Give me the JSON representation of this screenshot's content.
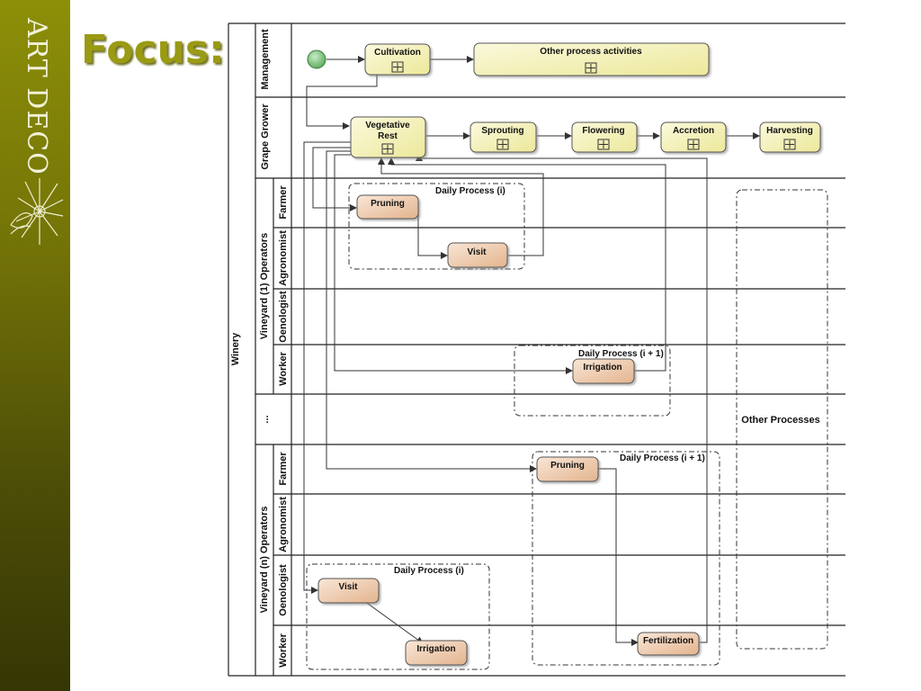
{
  "slide": {
    "title": "Focus:",
    "brand": "ART DECO"
  },
  "pool": {
    "label": "Winery"
  },
  "lanes": {
    "management": "Management",
    "grape_grower": "Grape Grower",
    "vineyard_1": "Vineyard (1) Operators",
    "vineyard_n": "Vineyard (n) Operators",
    "ellipsis": "...",
    "sub_1": [
      "Farmer",
      "Agronomist",
      "Oenologist",
      "Worker"
    ],
    "sub_n": [
      "Farmer",
      "Agronomist",
      "Oenologist",
      "Worker"
    ]
  },
  "subprocesses": {
    "cultivation": "Cultivation",
    "other_activities": "Other process activities",
    "vegetative_rest_line1": "Vegetative",
    "vegetative_rest_line2": "Rest",
    "sprouting": "Sprouting",
    "flowering": "Flowering",
    "accretion": "Accretion",
    "harvesting": "Harvesting"
  },
  "tasks": {
    "pruning_1": "Pruning",
    "visit_1": "Visit",
    "irrigation_1": "Irrigation",
    "pruning_n": "Pruning",
    "visit_n": "Visit",
    "irrigation_n": "Irrigation",
    "fertilization_n": "Fertilization"
  },
  "groups": {
    "g1": "Daily Process (i)",
    "g2": "Daily Process (i + 1)",
    "g3": "Daily Process (i + 1)",
    "g4": "Daily Process (i)",
    "other": "Other Processes"
  },
  "colors": {
    "sidebar": "#737407",
    "title": "#9a9a14",
    "subprocess_fill": "#f6f3bf",
    "task_fill": "#efc9a8"
  }
}
